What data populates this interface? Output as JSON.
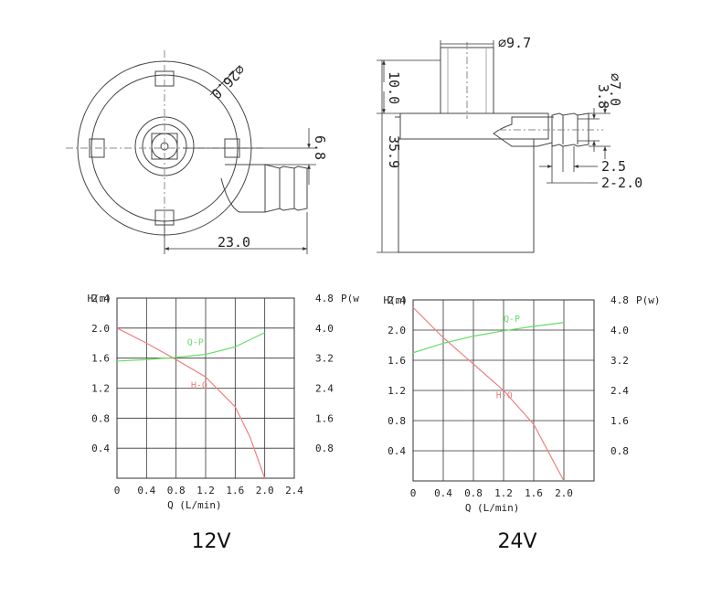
{
  "drawing": {
    "top_view": {
      "diameter_label": "⌀26.0",
      "height_label": "6.8",
      "width_label": "23.0"
    },
    "side_view": {
      "top_diameter_label": "⌀9.7",
      "top_height_label": "10.0",
      "total_height_label": "35.9",
      "outlet_diameter_label": "⌀7.0",
      "outlet_inner_label": "3.8",
      "outlet_dim_a": "2.5",
      "outlet_dim_b": "2-2.0"
    }
  },
  "chart_data": [
    {
      "type": "line",
      "title": "12V",
      "xlabel": "Q (L/min)",
      "ylabel_left": "H(m)",
      "ylabel_right": "P(w",
      "xlim": [
        0,
        2.4
      ],
      "ylim_left": [
        0,
        2.4
      ],
      "ylim_right": [
        0,
        4.8
      ],
      "x_ticks": [
        "0",
        "0.4",
        "0.8",
        "1.2",
        "1.6",
        "2.0",
        "2.4"
      ],
      "y_left_ticks": [
        "0.4",
        "0.8",
        "1.2",
        "1.6",
        "2.0",
        "2.4"
      ],
      "y_right_ticks": [
        "0.8",
        "1.6",
        "2.4",
        "3.2",
        "4.0",
        "4.8"
      ],
      "series": [
        {
          "name": "H-Q",
          "axis": "left",
          "color": "#f08080",
          "x": [
            0,
            0.4,
            0.8,
            1.2,
            1.6,
            1.8,
            2.0
          ],
          "y": [
            2.0,
            1.8,
            1.58,
            1.35,
            0.95,
            0.55,
            0.0
          ]
        },
        {
          "name": "Q-P",
          "axis": "right",
          "color": "#66dd66",
          "x": [
            0,
            0.4,
            0.8,
            1.2,
            1.6,
            2.0
          ],
          "y": [
            3.12,
            3.16,
            3.22,
            3.3,
            3.5,
            3.88
          ]
        }
      ],
      "grid": true
    },
    {
      "type": "line",
      "title": "24V",
      "xlabel": "Q (L/min)",
      "ylabel_left": "H(m)",
      "ylabel_right": "P(w)",
      "xlim": [
        0,
        2.4
      ],
      "ylim_left": [
        0,
        2.4
      ],
      "ylim_right": [
        0,
        4.8
      ],
      "x_ticks": [
        "0",
        "0.4",
        "0.8",
        "1.2",
        "1.6",
        "2.0"
      ],
      "y_left_ticks": [
        "0.4",
        "0.8",
        "1.2",
        "1.6",
        "2.0",
        "2.4"
      ],
      "y_right_ticks": [
        "0.8",
        "1.6",
        "2.4",
        "3.2",
        "4.0",
        "4.8"
      ],
      "series": [
        {
          "name": "H-Q",
          "axis": "left",
          "color": "#f08080",
          "x": [
            0,
            0.4,
            0.8,
            1.2,
            1.6,
            2.0
          ],
          "y": [
            2.3,
            1.9,
            1.55,
            1.2,
            0.75,
            0.0
          ]
        },
        {
          "name": "Q-P",
          "axis": "right",
          "color": "#66dd66",
          "x": [
            0,
            0.4,
            0.8,
            1.2,
            1.6,
            2.0
          ],
          "y": [
            3.4,
            3.65,
            3.84,
            3.98,
            4.1,
            4.2
          ]
        }
      ],
      "grid": true
    }
  ]
}
